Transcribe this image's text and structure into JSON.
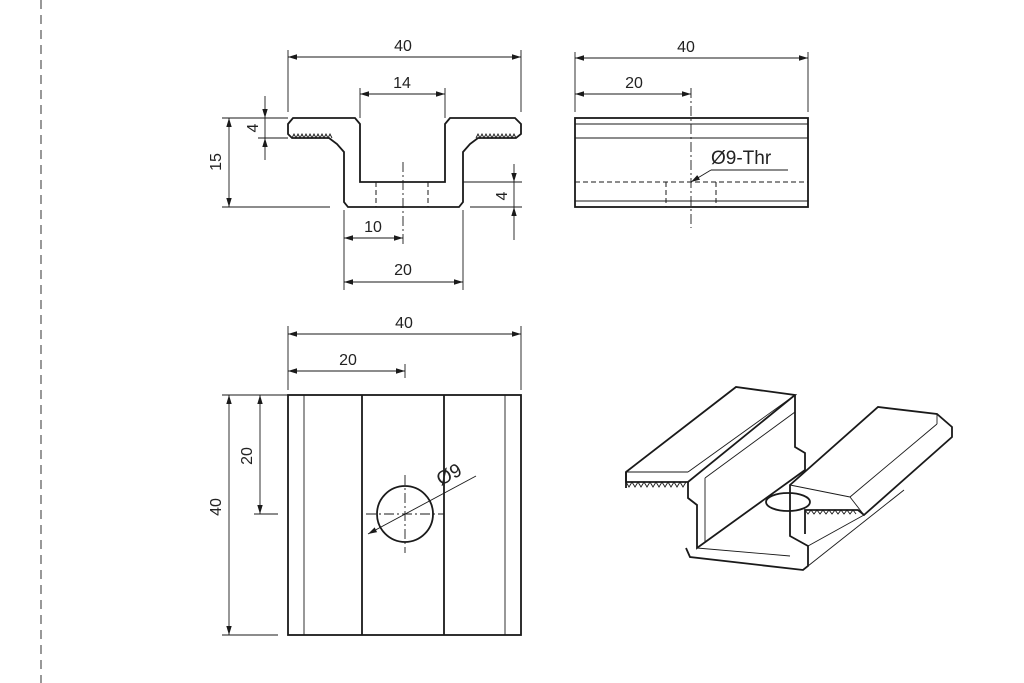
{
  "views": {
    "front": {
      "width_overall": "40",
      "slot_width": "14",
      "height_overall": "15",
      "lip_height": "4",
      "base_height": "4",
      "hole_offset": "10",
      "base_width": "20"
    },
    "side": {
      "length_overall": "40",
      "hole_offset": "20",
      "thread_callout": "Ø9-Thr"
    },
    "top": {
      "width_overall": "40",
      "hole_offset_x": "20",
      "hole_offset_y": "20",
      "length_overall": "40",
      "hole_diameter": "Ø9"
    }
  },
  "colors": {
    "line": "#1a1a1a",
    "background": "#ffffff"
  }
}
